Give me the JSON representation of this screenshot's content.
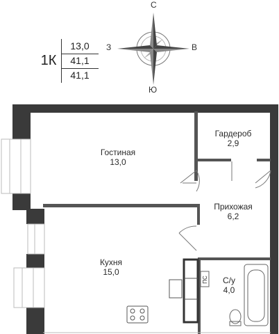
{
  "apartment": {
    "type_label": "1К",
    "areas": [
      "13,0",
      "41,1",
      "41,1"
    ]
  },
  "compass": {
    "north": "С",
    "south": "Ю",
    "west": "З",
    "east": "В"
  },
  "rooms": {
    "living": {
      "name": "Гостиная",
      "area": "13,0"
    },
    "wardrobe": {
      "name": "Гардероб",
      "area": "2,9"
    },
    "hallway": {
      "name": "Прихожая",
      "area": "6,2"
    },
    "kitchen": {
      "name": "Кухня",
      "area": "15,0"
    },
    "bathroom": {
      "name": "С/у",
      "area": "4,0"
    }
  },
  "fixtures": {
    "riser_label": "ПС"
  },
  "colors": {
    "wall": "#3a3a3a",
    "line": "#555555"
  }
}
